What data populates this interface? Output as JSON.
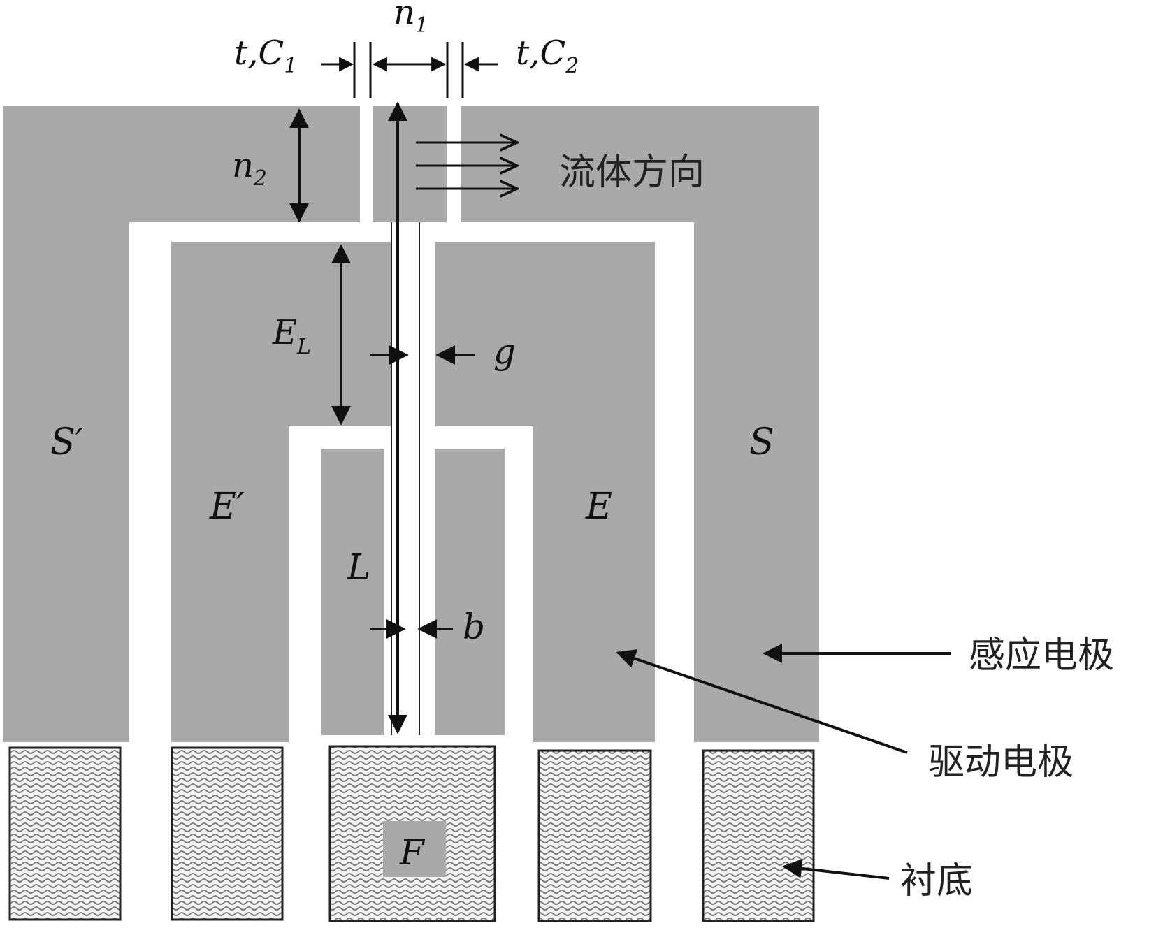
{
  "colors": {
    "electrode_fill": "#a9a9a9",
    "background": "#ffffff",
    "arrow": "#111111",
    "substrate_pattern": "wavy-hatch"
  },
  "labels": {
    "t_c1_t": "t,C",
    "t_c1_sub": "1",
    "n1": "n",
    "n1_sub": "1",
    "t_c2_t": "t,C",
    "t_c2_sub": "2",
    "n2": "n",
    "n2_sub": "2",
    "el": "E",
    "el_sub": "L",
    "g": "g",
    "b": "b",
    "L": "L",
    "F": "F",
    "S_prime": "S′",
    "S": "S",
    "E_prime": "E′",
    "E": "E"
  },
  "annotations": {
    "flow_direction": "流体方向",
    "sensing_electrode": "感应电极",
    "driving_electrode": "驱动电极",
    "substrate": "衬底"
  }
}
